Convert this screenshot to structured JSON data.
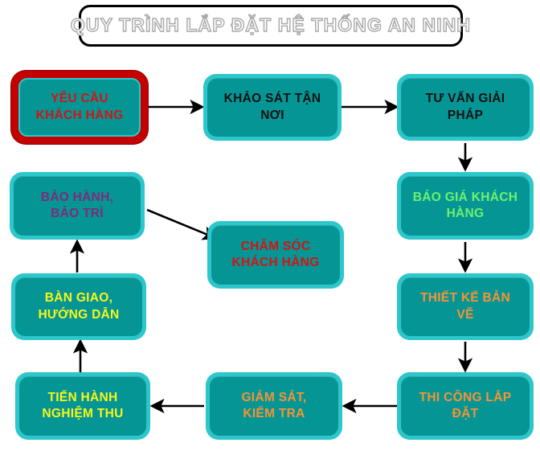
{
  "title": {
    "text": "QUY TRÌNH LẮP ĐẶT HỆ THỐNG AN NINH"
  },
  "colors": {
    "box_fill": "#069595",
    "box_ring": "#2cc6cb",
    "highlight_border": "#c50000",
    "arrow": "#000000",
    "title_outline": "#a9a9a9",
    "background": "#ffffff"
  },
  "nodes": [
    {
      "id": "yeu-cau-khach-hang",
      "label": "YÊU CẦU\nKHÁCH HÀNG",
      "text_color": "#d21414",
      "highlighted": true
    },
    {
      "id": "khao-sat-tan-noi",
      "label": "KHẢO SÁT TẬN\nNƠI",
      "text_color": "#111111",
      "highlighted": false
    },
    {
      "id": "tu-van-giai-phap",
      "label": "TƯ VẤN GIẢI\nPHÁP",
      "text_color": "#111111",
      "highlighted": false
    },
    {
      "id": "bao-gia-khach-hang",
      "label": "BÁO GIÁ KHÁCH\nHÀNG",
      "text_color": "#6ef26e",
      "highlighted": false
    },
    {
      "id": "thiet-ke-ban-ve",
      "label": "THIẾT KẾ BẢN\nVẼ",
      "text_color": "#f79433",
      "highlighted": false
    },
    {
      "id": "thi-cong-lap-dat",
      "label": "THI CÔNG LẮP\nĐẶT",
      "text_color": "#f79433",
      "highlighted": false
    },
    {
      "id": "giam-sat-kiem-tra",
      "label": "GIÁM SÁT,\nKIỂM TRA",
      "text_color": "#f79433",
      "highlighted": false
    },
    {
      "id": "tien-hanh-nghiem-thu",
      "label": "TIẾN HÀNH\nNGHIỆM THU",
      "text_color": "#f7f719",
      "highlighted": false
    },
    {
      "id": "ban-giao-huong-dan",
      "label": "BÀN GIAO,\nHƯỚNG DẪN",
      "text_color": "#f7f719",
      "highlighted": false
    },
    {
      "id": "bao-hanh-bao-tri",
      "label": "BẢO HÀNH,\nBẢO TRÌ",
      "text_color": "#7b2d7b",
      "highlighted": false
    },
    {
      "id": "cham-soc-khach-hang",
      "label": "CHĂM SÓC\nKHÁCH HÀNG",
      "text_color": "#d21414",
      "highlighted": false
    }
  ],
  "edges": [
    {
      "from": "yeu-cau-khach-hang",
      "to": "khao-sat-tan-noi",
      "direction": "right"
    },
    {
      "from": "khao-sat-tan-noi",
      "to": "tu-van-giai-phap",
      "direction": "right"
    },
    {
      "from": "tu-van-giai-phap",
      "to": "bao-gia-khach-hang",
      "direction": "down"
    },
    {
      "from": "bao-gia-khach-hang",
      "to": "thiet-ke-ban-ve",
      "direction": "down"
    },
    {
      "from": "thiet-ke-ban-ve",
      "to": "thi-cong-lap-dat",
      "direction": "down"
    },
    {
      "from": "thi-cong-lap-dat",
      "to": "giam-sat-kiem-tra",
      "direction": "left"
    },
    {
      "from": "giam-sat-kiem-tra",
      "to": "tien-hanh-nghiem-thu",
      "direction": "left"
    },
    {
      "from": "tien-hanh-nghiem-thu",
      "to": "ban-giao-huong-dan",
      "direction": "up"
    },
    {
      "from": "ban-giao-huong-dan",
      "to": "bao-hanh-bao-tri",
      "direction": "up"
    },
    {
      "from": "bao-hanh-bao-tri",
      "to": "cham-soc-khach-hang",
      "direction": "diagonal-down-right"
    }
  ]
}
